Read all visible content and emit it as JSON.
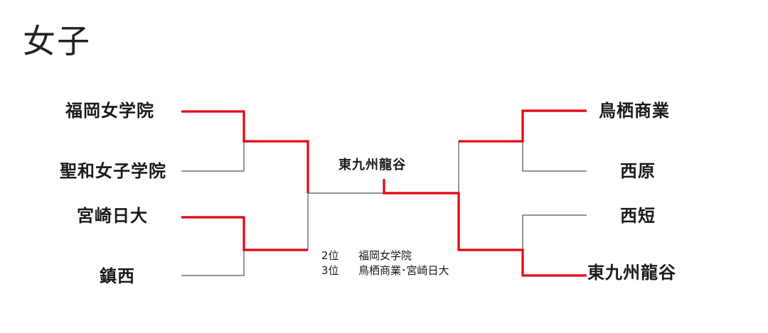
{
  "title": "女子",
  "teams_left": [
    {
      "name": "福岡女学院"
    },
    {
      "name": "聖和女子学院"
    },
    {
      "name": "宮崎日大"
    },
    {
      "name": "鎮西"
    }
  ],
  "teams_right": [
    {
      "name": "鳥栖商業"
    },
    {
      "name": "西原"
    },
    {
      "name": "西短"
    },
    {
      "name": "東九州龍谷"
    }
  ],
  "champion": "東九州龍谷",
  "placements": [
    {
      "rank": "2位",
      "team": "福岡女学院"
    },
    {
      "rank": "3位",
      "team": "鳥栖商業･宮崎日大"
    }
  ],
  "colors": {
    "winner_line": "#e60012",
    "loser_line": "#555555"
  }
}
